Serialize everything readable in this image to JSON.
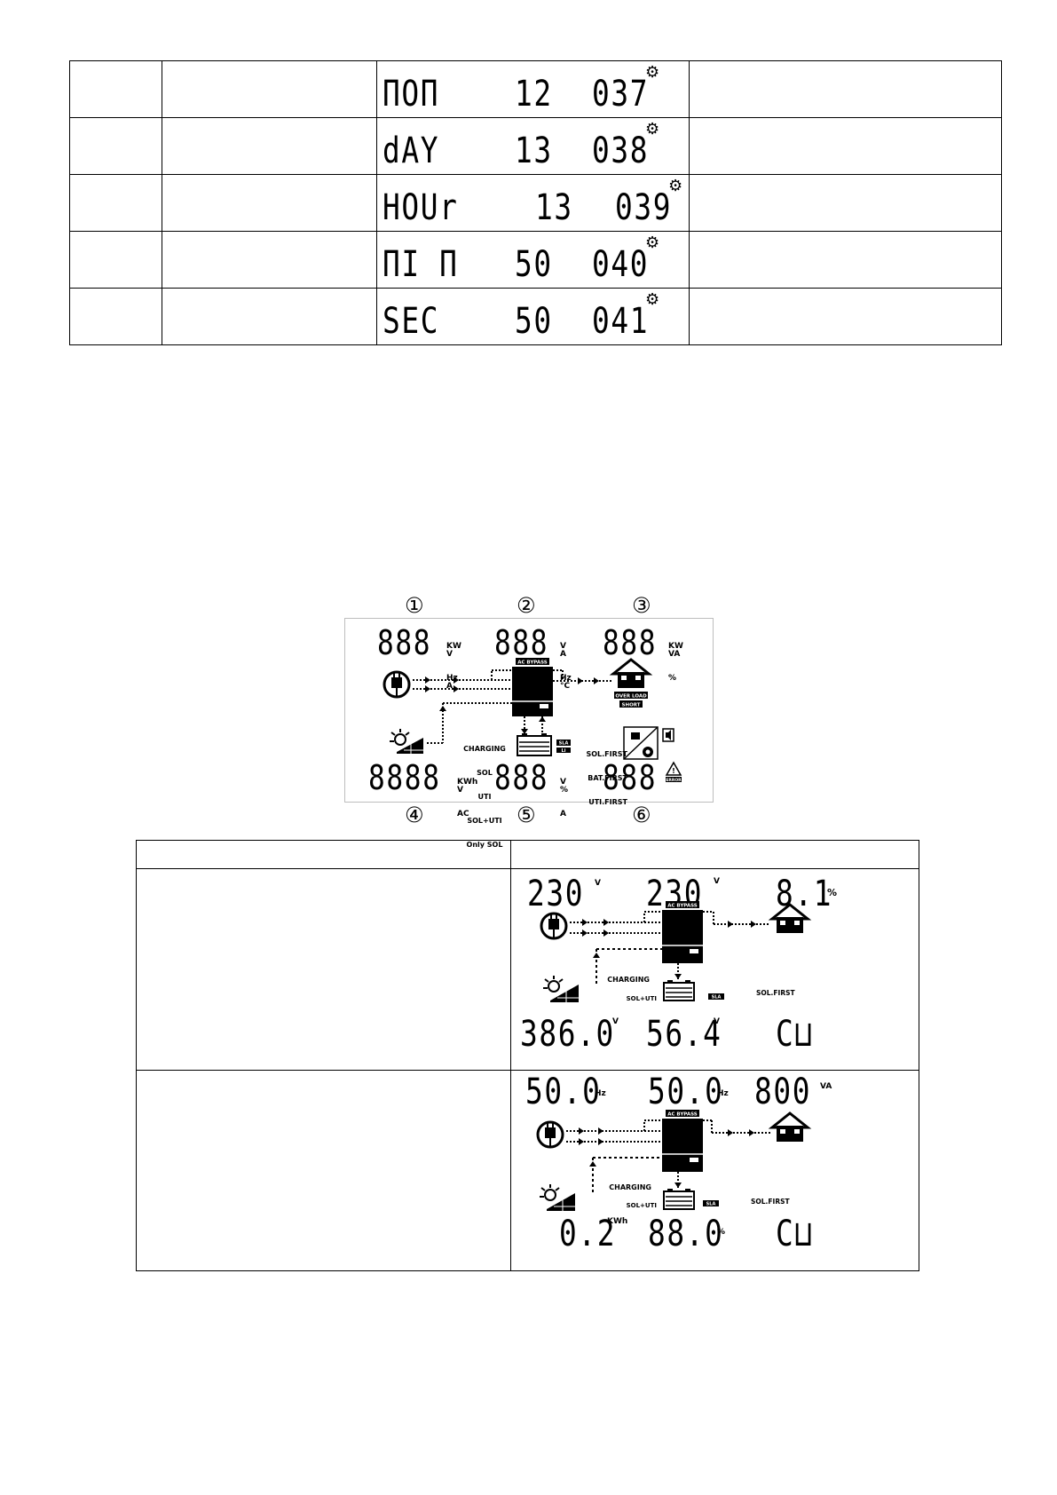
{
  "settings_rows": [
    {
      "name": "ΠΟΠ",
      "value": "12",
      "code": "037",
      "icon": "gear-icon"
    },
    {
      "name": "dAY",
      "value": "13",
      "code": "038",
      "icon": "gear-icon"
    },
    {
      "name": "HOUr",
      "value": "13",
      "code": "039",
      "icon": "gear-icon"
    },
    {
      "name": "ΠΙ Π",
      "value": "50",
      "code": "040",
      "icon": "gear-icon"
    },
    {
      "name": "SEC",
      "value": "50",
      "code": "041",
      "icon": "gear-icon"
    }
  ],
  "lcd_diagram": {
    "numbers": [
      "①",
      "②",
      "③",
      "④",
      "⑤",
      "⑥"
    ],
    "display_1": {
      "digits": "888",
      "units": [
        "KW",
        "V",
        "Hz",
        "A"
      ]
    },
    "display_2": {
      "digits": "888",
      "units": [
        "V",
        "A",
        "Hz",
        "°C"
      ]
    },
    "display_3": {
      "digits": "888",
      "units": [
        "KW",
        "VA",
        "%"
      ]
    },
    "display_4": {
      "digits": "8888",
      "units": [
        "KWh",
        "V",
        "AC"
      ]
    },
    "display_5": {
      "digits": "888",
      "units": [
        "V",
        "%",
        "A"
      ]
    },
    "display_6": {
      "digits": "888"
    },
    "ac_bypass": "AC BYPASS",
    "overload": "OVER LOAD",
    "short": "SHORT",
    "charging_modes": [
      "CHARGING",
      "SOL",
      "UTI",
      "SOL+UTI",
      "Only SOL"
    ],
    "battery_types": [
      "SLA",
      "Li"
    ],
    "priorities": [
      "SOL.FIRST",
      "BAT.FIRST",
      "UTI.FIRST"
    ],
    "error": "ERROR"
  },
  "status_panels": [
    {
      "top": [
        {
          "digits": "230",
          "unit": "V"
        },
        {
          "digits": "230",
          "unit": "V"
        },
        {
          "digits": "8.1",
          "unit": "%"
        }
      ],
      "bottom": [
        {
          "digits": "386.0",
          "unit": "V"
        },
        {
          "digits": "56.4",
          "unit": "V"
        },
        {
          "digits": "C⊔",
          "unit": ""
        }
      ],
      "ac_bypass": "AC BYPASS",
      "charging": "CHARGING",
      "mode": "SOL+UTI",
      "battery_type": "SLA",
      "priority": "SOL.FIRST"
    },
    {
      "top": [
        {
          "digits": "50.0",
          "unit": "Hz"
        },
        {
          "digits": "50.0",
          "unit": "Hz"
        },
        {
          "digits": "800",
          "unit": "VA"
        }
      ],
      "bottom": [
        {
          "digits": "0.2",
          "unit": "KWh"
        },
        {
          "digits": "88.0",
          "unit": "%"
        },
        {
          "digits": "C⊔",
          "unit": ""
        }
      ],
      "ac_bypass": "AC BYPASS",
      "charging": "CHARGING",
      "mode": "SOL+UTI",
      "battery_type": "SLA",
      "priority": "SOL.FIRST"
    }
  ]
}
